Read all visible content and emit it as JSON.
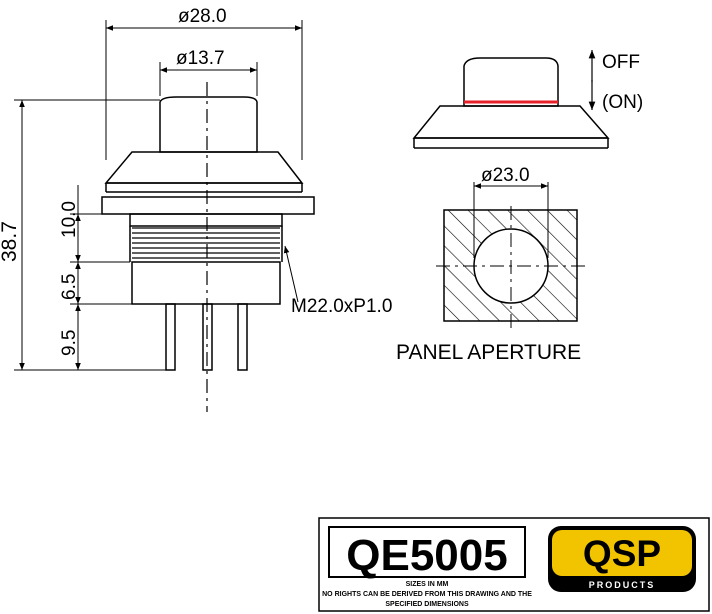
{
  "dimensions": {
    "outer_diameter": "ø28.0",
    "cap_diameter": "ø13.7",
    "total_height": "38.7",
    "thread_height": "10.0",
    "nut_height": "6.5",
    "terminal_length": "9.5",
    "thread_spec": "M22.0xP1.0",
    "aperture_diameter": "ø23.0"
  },
  "labels": {
    "off": "OFF",
    "on": "(ON)",
    "panel_aperture": "PANEL APERTURE"
  },
  "title_block": {
    "part_number": "QE5005",
    "brand": "QSP",
    "brand_sub": "PRODUCTS",
    "note_line1": "SIZES IN MM",
    "note_line2": "NO RIGHTS CAN BE DERIVED FROM THIS DRAWING AND THE",
    "note_line3": "SPECIFIED DIMENSIONS"
  },
  "colors": {
    "line": "#000000",
    "on_indicator": "#e8202a",
    "logo_bg": "#f2c400"
  }
}
